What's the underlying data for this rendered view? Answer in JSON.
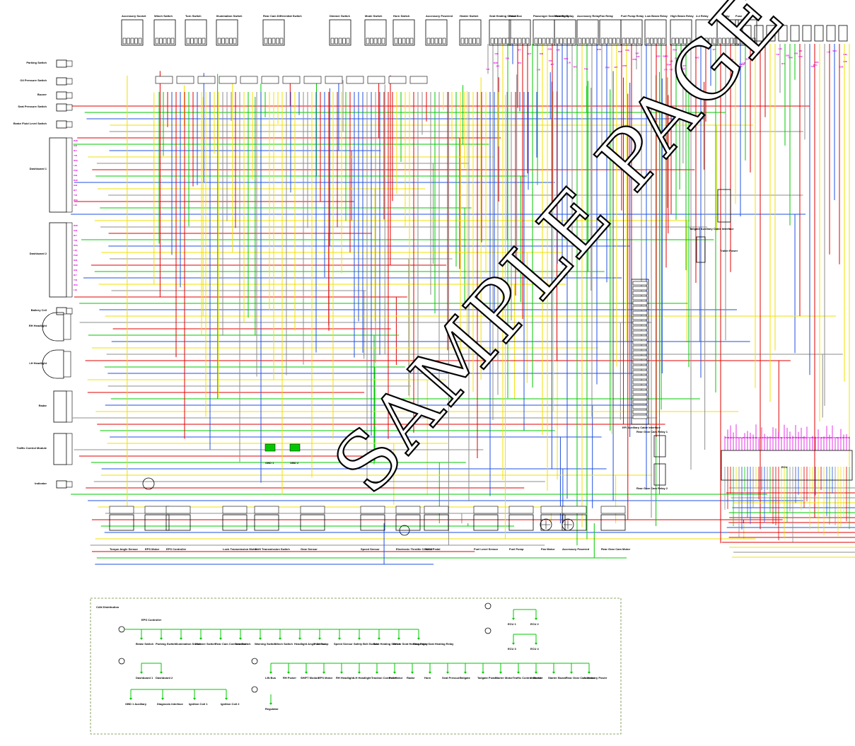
{
  "watermark": "SAMPLE PAGE",
  "colors": {
    "red": "#e00000",
    "green": "#00c800",
    "blue": "#2050e0",
    "yellow": "#f0e000",
    "magenta": "#e000e0",
    "gray": "#8c8c8c",
    "black": "#000000"
  },
  "top_components": [
    {
      "name": "Accessory Socket"
    },
    {
      "name": "Winch Switch"
    },
    {
      "name": "Turn Switch"
    },
    {
      "name": "Illumination Switch"
    },
    {
      "name": "Rear Cam Differential Switch"
    },
    {
      "name": "Dimmer Switch"
    },
    {
      "name": "Mode Switch"
    },
    {
      "name": "Horn Switch"
    },
    {
      "name": "Accessory Powered"
    },
    {
      "name": "Heater Switch"
    },
    {
      "name": "Seat Heating Switch"
    },
    {
      "name": "Fuse Box"
    },
    {
      "name": "Passenger Seat Heating Relay"
    },
    {
      "name": "Main Relay"
    },
    {
      "name": "Accessory Relay"
    },
    {
      "name": "Fan Relay"
    },
    {
      "name": "Fuel Pump Relay"
    },
    {
      "name": "Low Beam Relay"
    },
    {
      "name": "High Beam Relay"
    },
    {
      "name": "4-4 Relay"
    },
    {
      "name": "2-4 Relay"
    },
    {
      "name": "Fuse"
    }
  ],
  "left_components": [
    {
      "name": "Parking Switch"
    },
    {
      "name": "Oil Pressure Switch"
    },
    {
      "name": "Buzzer"
    },
    {
      "name": "Seat Pressure Switch"
    },
    {
      "name": "Brake Fluid Level Switch"
    },
    {
      "name": "Dashboard 1"
    },
    {
      "name": "Dashboard 2"
    },
    {
      "name": "Battery Cell"
    },
    {
      "name": "RH Headlight"
    },
    {
      "name": "LH Headlight"
    },
    {
      "name": "Radar"
    },
    {
      "name": "Traffic Control Module"
    },
    {
      "name": "Indicator"
    }
  ],
  "bottom_components": [
    {
      "name": "Torque Angle Sensor"
    },
    {
      "name": "EPS Motor"
    },
    {
      "name": "EPS Controller"
    },
    {
      "name": "Lock Transmission Motor"
    },
    {
      "name": "Shift Transmission Switch"
    },
    {
      "name": "Gear Sensor"
    },
    {
      "name": "Speed Sensor"
    },
    {
      "name": "Electronic Throttle Control Pedal"
    },
    {
      "name": "TMCU"
    },
    {
      "name": "Fuel Level Sensor"
    },
    {
      "name": "Fuel Pump"
    },
    {
      "name": "Fan Motor"
    },
    {
      "name": "Accessory Powered"
    },
    {
      "name": "Rear Gear Cam Motor"
    },
    {
      "name": "OBD 1"
    },
    {
      "name": "OBD 2"
    }
  ],
  "right_components": [
    {
      "name": "Tailgate Auxiliary Cable Interface"
    },
    {
      "name": "Trailer Power"
    },
    {
      "name": "EFI Auxiliary Cable Interface"
    },
    {
      "name": "Rear Gear Cam Relay 1"
    },
    {
      "name": "Rear Gear Cam Relay 2"
    },
    {
      "name": "ECU"
    }
  ],
  "can_box": {
    "title": "CAN Distribution",
    "row1_nodes": [
      "Brake Switch",
      "Parking Switch",
      "Illumination Switch",
      "Dimmer Switch",
      "Rear Cam Combination",
      "Turn Switch",
      "Warning Switch",
      "Winch Switch",
      "Headlight Angle Sensor",
      "Fuel Pump",
      "Speed Sensor",
      "Safety Belt Switch",
      "Seat Heating Switch",
      "Driver Seat Heating Relay",
      "Passenger Seat Heating Relay"
    ],
    "row1_head": "EPS Controller",
    "row2_nodes": [
      "Dashboard 1",
      "Dashboard 2"
    ],
    "row3_nodes": [
      "OBD 1 Auxiliary",
      "Diagnosis Interface",
      "Ignition Coil 1",
      "Ignition Coil 2"
    ],
    "row4_nodes": [
      "LIN Bus",
      "RH Power",
      "SHIFT Module",
      "EPS Motor",
      "RH Headlight",
      "LH Headlight",
      "Traction Controller",
      "Fan Motor",
      "Radar",
      "Horn",
      "Seat Pressure",
      "Tailgate",
      "Tailgate Power",
      "Starter Motor",
      "Traffic Control Module",
      "Indicator",
      "Starter Board",
      "Rear Gear Cam Motor",
      "Accessory Power"
    ],
    "row5_nodes": [
      "Regulator"
    ],
    "right_nodes": [
      "ECU 1",
      "ECU 2",
      "ECU 3",
      "ECU 4"
    ]
  }
}
